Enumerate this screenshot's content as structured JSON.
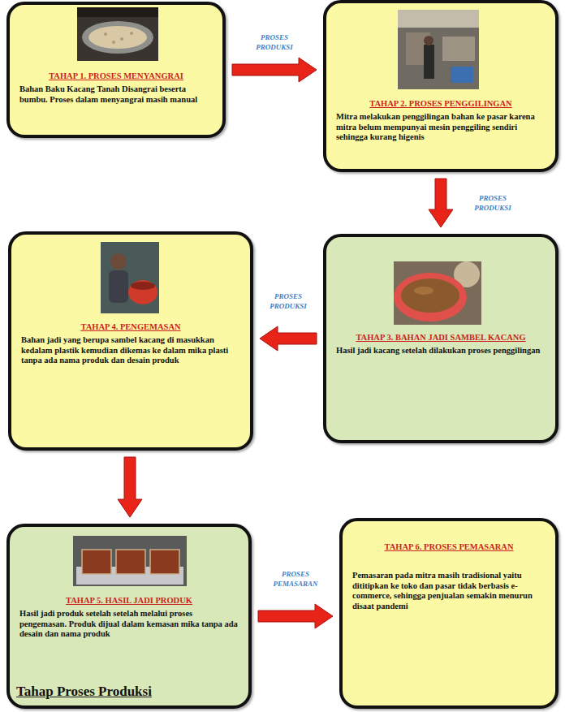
{
  "diagram": {
    "title": "Tahap Proses Produksi",
    "nodes": [
      {
        "text": [
          "TAHAP 1. PROSES MENYANGRAI",
          "Bahan Baku Kacang Tanah Disangrai beserta bumbu. Proses dalam menyangrai masih manual"
        ]
      },
      {
        "text": [
          "TAHAP 2. PROSES PENGGILINGAN",
          "Mitra melakukan penggilingan bahan ke pasar karena mitra belum mempunyai mesin penggiling sendiri sehingga kurang higenis"
        ]
      },
      {
        "text": [
          "TAHAP 3. BAHAN JADI SAMBEL KACANG",
          "Hasil jadi kacang setelah dilakukan proses penggilingan"
        ]
      },
      {
        "text": [
          "TAHAP 4. PENGEMASAN",
          "Bahan jadi yang berupa sambel kacang di masukkan kedalam plastik kemudian dikemas ke dalam mika plasti tanpa ada nama produk dan desain produk"
        ]
      },
      {
        "text": [
          "TAHAP 5. HASIL JADI PRODUK",
          "Hasil jadi produk setelah setelah melalui proses pengemasan. Produk dijual dalam kemasan mika tanpa ada desain dan nama produk"
        ]
      },
      {
        "text": [
          "TAHAP 6. PROSES PEMASARAN",
          "Pemasaran pada mitra masih tradisional yaitu dititipkan ke toko dan pasar tidak berbasis e-commerce, sehingga penjualan semakin menurun disaat pandemi"
        ]
      }
    ],
    "edges": [
      {
        "from": 0,
        "to": 1,
        "arrow": "to",
        "label": "PROSES PRODUKSI"
      },
      {
        "from": 1,
        "to": 2,
        "arrow": "to",
        "label": "PROSES PRODUKSI"
      },
      {
        "from": 2,
        "to": 3,
        "arrow": "to",
        "label": "PROSES PRODUKSI"
      },
      {
        "from": 3,
        "to": 4,
        "arrow": "to"
      },
      {
        "from": 4,
        "to": 5,
        "arrow": "to",
        "label": "PROSES PEMASARAN"
      }
    ]
  }
}
